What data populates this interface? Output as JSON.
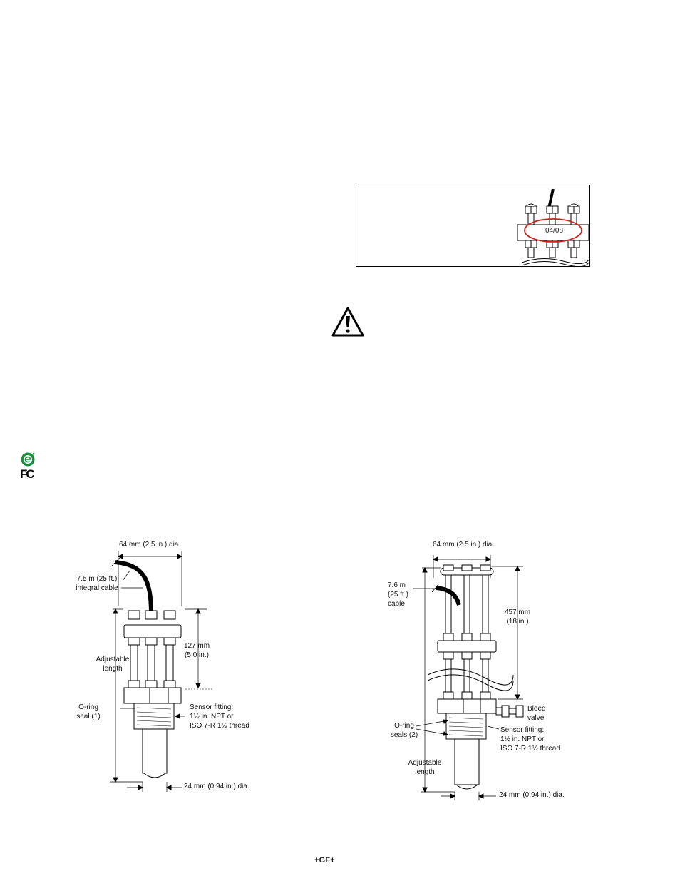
{
  "inset": {
    "date_code": "04/08"
  },
  "cert": {
    "icons": [
      "recycle-e-mark-icon",
      "fcc-icon"
    ],
    "fcc_text": "FC"
  },
  "warning": {
    "icon": "warning-triangle-icon"
  },
  "left_diagram": {
    "dia_top": "64 mm (2.5 in.) dia.",
    "cable_line1": "7.5 m (25 ft.)",
    "cable_line2": "integral cable",
    "adjustable_line1": "Adjustable",
    "adjustable_line2": "length",
    "height_line1": "127 mm",
    "height_line2": "(5.0 in.)",
    "oring_line1": "O-ring",
    "oring_line2": "seal (1)",
    "fitting_line1": "Sensor fitting:",
    "fitting_line2": "1½ in. NPT or",
    "fitting_line3": "ISO 7-R 1½ thread",
    "dia_bottom": "24 mm (0.94 in.) dia."
  },
  "right_diagram": {
    "dia_top": "64 mm (2.5 in.) dia.",
    "cable_line1": "7.6 m",
    "cable_line2": "(25 ft.)",
    "cable_line3": "cable",
    "height_line1": "457 mm",
    "height_line2": "(18 in.)",
    "bleed_line1": "Bleed",
    "bleed_line2": "valve",
    "oring_line1": "O-ring",
    "oring_line2": "seals (2)",
    "fitting_line1": "Sensor fitting:",
    "fitting_line2": "1½ in. NPT or",
    "fitting_line3": "ISO 7-R 1½ thread",
    "adjustable_line1": "Adjustable",
    "adjustable_line2": "length",
    "dia_bottom": "24 mm (0.94 in.) dia."
  },
  "footer": {
    "logo": "+GF+"
  }
}
